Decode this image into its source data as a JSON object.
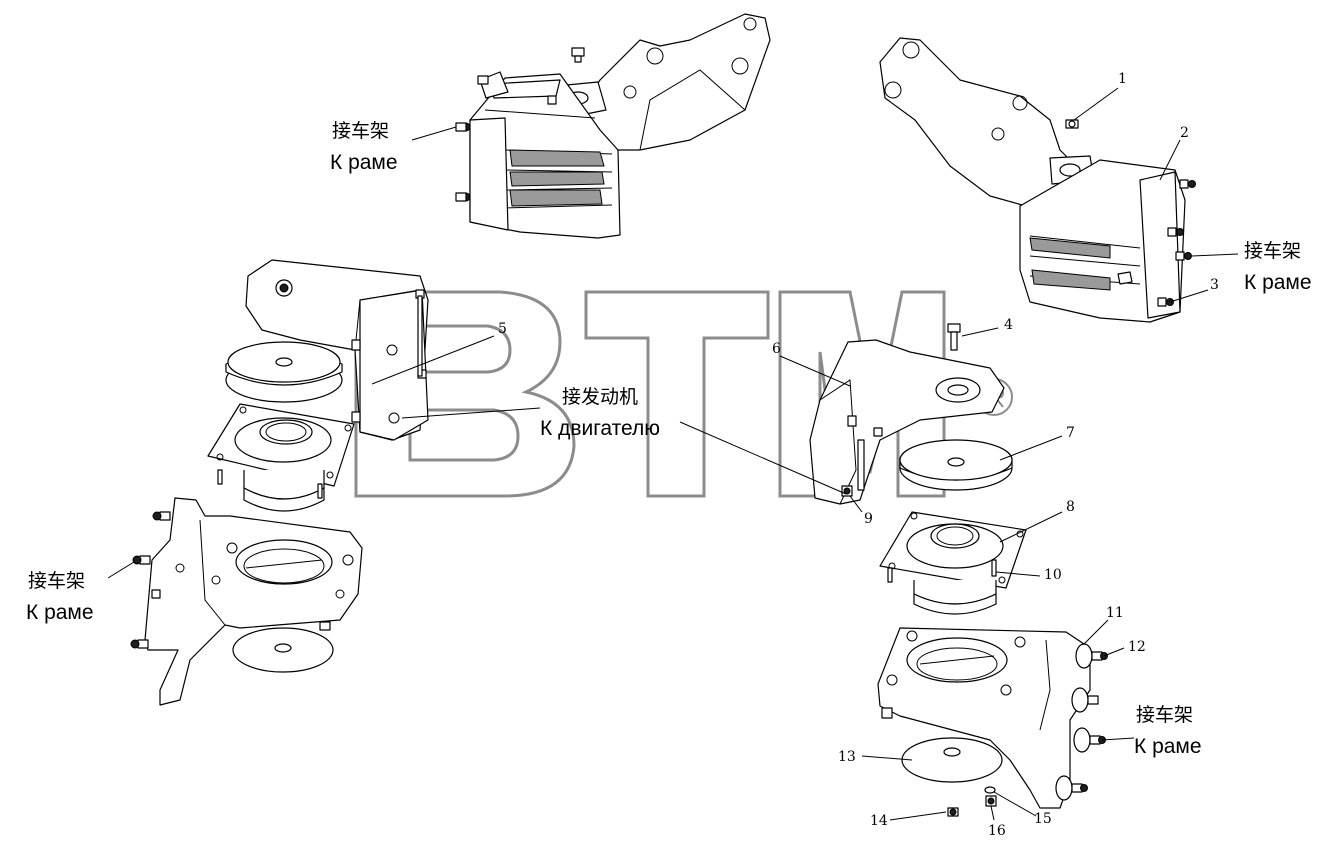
{
  "watermark": {
    "text": "BTM",
    "registered": "®",
    "color": "#8c8c8c"
  },
  "labels": {
    "frame_cn": "接车架",
    "frame_ru": "К раме",
    "engine_cn": "接发动机",
    "engine_ru": "К двигателю"
  },
  "callouts": [
    "1",
    "2",
    "3",
    "4",
    "5",
    "6",
    "7",
    "8",
    "9",
    "10",
    "11",
    "12",
    "13",
    "14",
    "15",
    "16"
  ]
}
